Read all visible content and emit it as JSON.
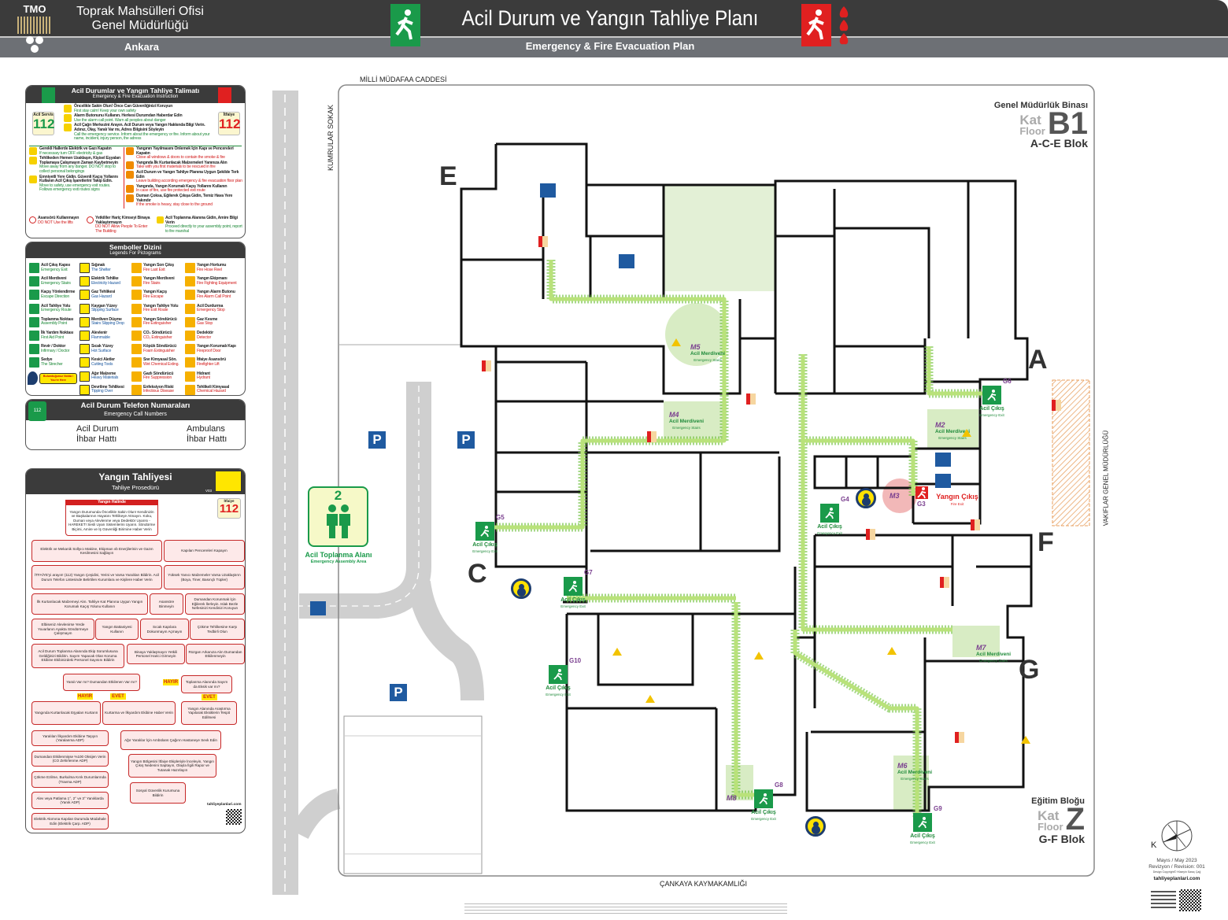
{
  "header": {
    "logo_text": "TMO",
    "org_line1": "Toprak Mahsülleri Ofisi",
    "org_line2": "Genel Müdürlüğü",
    "city": "Ankara",
    "title": "Acil Durum ve Yangın Tahliye Planı",
    "subtitle": "Emergency & Fire Evacuation Plan"
  },
  "instructions": {
    "title": "Acil Durumlar ve Yangın Tahliye Talimatı",
    "subtitle": "Emergency & Fire Evacuation Instruction",
    "left_112_label": "Acil Servis",
    "left_112_number": "112",
    "right_112_label": "İtfaiye",
    "right_112_number": "112",
    "top_items": [
      {
        "tr": "Öncelikle Sakin Olun! Önce Can Güvenliğinizi Koruyun",
        "en": "First stay calm! Keep your own safety"
      },
      {
        "tr": "Alarm Butonunu Kullanın. Herkesi Durumdan Haberdar Edin",
        "en": "Use the alarm call point. Warn all peoples about danger"
      },
      {
        "tr": "Acil Çağrı Merkezini Arayın. Acil Durum veya Yangın Hakkında Bilgi Verin. Adınız, Olay, Yaralı Var mı, Adres Bilgisini Söyleyin",
        "en": "Call the emergency service. Inform about the emergency or fire. Inform about your name, incident, injury person, the adress"
      }
    ],
    "left_items": [
      {
        "tr": "Gerekli Hallerde Elektrik ve Gazı Kapatın",
        "en": "If necessary turn OFF electricity & gas"
      },
      {
        "tr": "Tehlikeden Hemen Uzaklaşın, Kişisel Eşyaları Toplamaya Çalışmayın Zaman Kaybetmeyin",
        "en": "Move away from any danger. DO NOT stop to collect personal belongings"
      },
      {
        "tr": "Emniyetli Yere Gidin. Güvenli Kaçış Yollarını Kullanın Acil Çıkış İşaretlerini Takip Edin.",
        "en": "Move to safety, use emergency exit routes. Follows emergency exit routes signs"
      }
    ],
    "right_items": [
      {
        "tr": "Yangının Yayılmasını Önlemek İçin Kapı ve Pencereleri Kapatın",
        "en": "Close all windows & doors to contain the smoke & fire"
      },
      {
        "tr": "Yangında İlk Kurtarılacak Malzemeleri Yanınıza Alın",
        "en": "Take with you first materials to be rescued in fire"
      },
      {
        "tr": "Acil Durum ve Yangın Tahliye Planına Uygun Şekilde Terk Edin",
        "en": "Leave building according emergency & fire evacuation floor plan"
      },
      {
        "tr": "Yangında, Yangın Korumalı Kaçış Yollarını Kullanın",
        "en": "In case of fire, use fire protected exit route"
      },
      {
        "tr": "Duman Çoksa, Eğilerek Çıkışa Gidin, Temiz Hava Yere Yakındır",
        "en": "If the smoke is heavy, stay close to the ground"
      }
    ],
    "bottom_items": [
      {
        "tr": "Asansörü Kullanmayın",
        "en": "DO NOT Use the lifts"
      },
      {
        "tr": "Yetkililer Hariç Kimseyi Binaya Yaklaştırmayın",
        "en": "DO NOT Allow People To Enter The Building"
      },
      {
        "tr": "Acil Toplanma Alanına Gidin, Amire Bilgi Verin",
        "en": "Proceed directly to your assembly point, report to fire marshal"
      }
    ]
  },
  "legend": {
    "title": "Semboller Dizini",
    "subtitle": "Legends For Pictograms",
    "you_are_here": "Bulunduğunuz Nokta / You're Here",
    "columns": [
      [
        {
          "tr": "Acil Çıkış Kapısı",
          "en": "Emergency Exit"
        },
        {
          "tr": "Acil Merdiveni",
          "en": "Emergency Stairs"
        },
        {
          "tr": "Kaçış Yönlendirme",
          "en": "Escape Direction"
        },
        {
          "tr": "Acil Tahliye Yolu",
          "en": "Emergency Route"
        },
        {
          "tr": "Toplanma Noktası",
          "en": "Assembly Point"
        },
        {
          "tr": "İlk Yardım Noktası",
          "en": "First Aid Point"
        },
        {
          "tr": "Revir / Doktor",
          "en": "Infirmary / Doctor"
        },
        {
          "tr": "Sedye",
          "en": "The Strecher"
        }
      ],
      [
        {
          "tr": "Sığınak",
          "en": "The Shelter"
        },
        {
          "tr": "Elektrik Tehlike",
          "en": "Electricity Hazard"
        },
        {
          "tr": "Gaz Tehlikesi",
          "en": "Gas Hazard"
        },
        {
          "tr": "Kaygan Yüzey",
          "en": "Slipping Surface"
        },
        {
          "tr": "Merdiven Düşme",
          "en": "Stairs Slipping Drop"
        },
        {
          "tr": "Alevlenir",
          "en": "Flammable"
        },
        {
          "tr": "Sıcak Yüzey",
          "en": "Hot Surface"
        },
        {
          "tr": "Kesici Aletler",
          "en": "Cutting Tools"
        },
        {
          "tr": "Ağır Malzeme",
          "en": "Heavy Materials"
        },
        {
          "tr": "Devrilme Tehlikesi",
          "en": "Tipping Over"
        }
      ],
      [
        {
          "tr": "Yangın Son Çıkış",
          "en": "Fire Last Exit"
        },
        {
          "tr": "Yangın Merdiveni",
          "en": "Fire Stairs"
        },
        {
          "tr": "Yangın Kaçış",
          "en": "Fire Escape"
        },
        {
          "tr": "Yangın Tahliye Yolu",
          "en": "Fire Exit Route"
        },
        {
          "tr": "Yangın Söndürücü",
          "en": "Fire Extinguisher"
        },
        {
          "tr": "CO₂ Söndürücü",
          "en": "CO₂ Extinguisher"
        },
        {
          "tr": "Köpük Söndürücü",
          "en": "Foam Extinguisher"
        },
        {
          "tr": "Sıvı Kimyasal Sön.",
          "en": "Wet Chemical Exting."
        },
        {
          "tr": "Gazlı Söndürücü",
          "en": "Fire Suppression"
        },
        {
          "tr": "Enfeksiyon Riski",
          "en": "Infectious Disease"
        }
      ],
      [
        {
          "tr": "Yangın Hortumu",
          "en": "Fire Hose Reel"
        },
        {
          "tr": "Yangın Ekipmanı",
          "en": "Fire Fighting Equipment"
        },
        {
          "tr": "Yangın Alarm Butonu",
          "en": "Fire Alarm Call Point"
        },
        {
          "tr": "Acil Durdurma",
          "en": "Emergency Stop"
        },
        {
          "tr": "Gaz Kesme",
          "en": "Gas Stop"
        },
        {
          "tr": "Dedektör",
          "en": "Detector"
        },
        {
          "tr": "Yangın Korumalı Kapı",
          "en": "Fireproof Door"
        },
        {
          "tr": "İtfaiye Asansörü",
          "en": "Firefighter Lift"
        },
        {
          "tr": "Hidrant",
          "en": "Hydrant"
        },
        {
          "tr": "Tehlikeli Kimyasal",
          "en": "Chemical Hazard"
        }
      ]
    ]
  },
  "phones": {
    "title": "Acil Durum Telefon Numaraları",
    "subtitle": "Emergency Call Numbers",
    "badge": "112",
    "left": "Acil Durum İhbar Hattı",
    "right": "Ambulans İhbar Hattı"
  },
  "procedure": {
    "title": "Yangın Tahliyesi",
    "subtitle": "Tahliye Prosedürü",
    "version": "V03",
    "itfaiye_label": "İtfaiye",
    "itfaiye_number": "112",
    "first_header": "Yangın Halinde",
    "steps": [
      "Yangın Durumunda Öncelikle Sakin Olun! Kendinizin ve Başkalarının Hayatını Tehlikeye Atmayın. Koku, Duman veya Alevlenme veya Dedektör Uyarısı - HAREKET! Sesli Uyarı Sistemlerini Uyarın. Söndürme Biçimi, Amire ve İş Güvenliği Birimine Haber Verin",
      "Elektrik ve Mekanik Sollyıcı Makine, Ekipman vb Enerjilerinin ve Gazın Kesilmesini Sağlayın",
      "Kapıları Pencereleri Kapayın",
      "İTFAİYE'yi arayın! (112) Yangın Çeşidini, Yerini ve Varsa Yaralıları Bildirin. Acil Durum Telefon Listesinde Belirtilen Kurumlara ve Kişilere Haber Verin",
      "Yüksek Yanıcı Malzemeler Varsa Uzaklaştırın (Boya, Tiner, Basınçlı Tüpler)",
      "İlk Kurtarılacak Malzemeyi Alın. Tahliye Kat Planına Uygun Yangın Korumalı Kaçış Yolunu Kullanın",
      "Asansöre Binmeyin",
      "Dumandan Korunmak İçin Eğilerek İlerleyin. Islak Bezle Nefesinizi Kendinizi Koruyun",
      "Elbiseniz Alevlenirse Yerde Yuvarlanın Ayakta Söndürmeye Çalışmayın",
      "Yangın Battaniyesi Kullanın",
      "Sıcak Kapılara Dokunmayın Açmayın",
      "Çökme Tehlikesine Karşı Tedbirli Olun",
      "Acil Durum Toplanma Alanında Ekip Sorumlusuna Geldiğinizi Bildirin. Sayım Yapacak Olan Koruma Ekibine Ekibinizdeki Personel Sayısını Bildirin",
      "Binaya Yaklaşmayın Yetkili Personel Harici Girmeyin",
      "Rüzgarı Arkanıza Alın Dumandan Etkilenmeyin",
      "Yaralı Var mı? Dumandan Etkilenen Var mı?",
      "Toplanma Alanında Sayım da Eksik var mı?",
      "Yangında Kurtarılacak Eşyaları Kurtarın",
      "Kurtarma ve İlkyardım Ekibine Haber Verin",
      "Yangın Alanında Araştırma Yapılarak Eksiklerin Tespit Edilmesi",
      "Yaralıları İlkyardım Ekibine Taşıyın (Yaralanma ADP)",
      "Dumandan Etkilenmişse %100 Oksijen Verin (CO Zehirlenme ADP)",
      "Çökme Ezilme, Burkulma Kırık Durumlarında (Travma ADP)",
      "Alev veya Patlama 1°, 2° ve 3° Yanıklarda (Yanık ADP)",
      "Elektrik Akımına Kapılan Durumda Müdahale Edin (Elektrik Çarp. ADP)",
      "Ağır Yaralılar İçin Ambülans Çağırın Hastaneye Sevk Edin",
      "Yangın Bölgesini İtfaiye Ekipleriyle İnceleyin, Yangın Çıkış Nedenini Saptayın, Olayla İlgili Rapor ve Tutanak Hazırlayın",
      "Sosyal Güvenlik Kurumuna Bildirin"
    ],
    "yes": "EVET",
    "no": "HAYIR",
    "website": "tahliyeplanlari.com"
  },
  "map": {
    "streets": {
      "top": "MİLLİ MÜDAFAA CADDESİ",
      "left": "KUMRULAR SOKAK",
      "right": "VAKIFLAR GENEL MÜDÜRLÜĞÜ",
      "bottom": "ÇANKAYA KAYMAKAMLIĞI"
    },
    "blocks": [
      "E",
      "A",
      "F",
      "C",
      "G"
    ],
    "parking": "P",
    "assembly": {
      "number": "2",
      "title": "Acil Toplanma Alanı",
      "subtitle": "Emergency Assembly Area"
    },
    "exit_tr": "Acil Çıkış",
    "exit_en": "Emergency Exit",
    "fire_exit_tr": "Yangın Çıkış",
    "fire_exit_en": "Fire Exit",
    "stairs_tr": "Acil Merdiveni",
    "stairs_en": "Emergency Stairs",
    "exits": [
      "G3",
      "G4",
      "G5",
      "G6",
      "G7",
      "G8",
      "G9",
      "G10"
    ],
    "stairs": [
      "M2",
      "M3",
      "M4",
      "M5",
      "M6",
      "M7",
      "M8"
    ],
    "building_top": {
      "name": "Genel Müdürlük Binası",
      "kat": "Kat",
      "floor": "Floor",
      "level": "B1",
      "blocks": "A-C-E Blok"
    },
    "building_bottom": {
      "name": "Eğitim Bloğu",
      "kat": "Kat",
      "floor": "Floor",
      "level": "Z",
      "blocks": "G-F Blok"
    }
  },
  "footer": {
    "compass": "K",
    "date": "Mayıs / May 2023",
    "revision": "Revizyon / Revision: 001",
    "copyright": "Design Copyright© Hüseyin Saraç Çağ",
    "website": "tahliyeplanlari.com"
  },
  "colors": {
    "exit_green": "#1a9a4a",
    "fire_red": "#e02020",
    "route_green": "#a8d86e",
    "header_dark": "#3b3b3b",
    "header_gray": "#6d7075",
    "assembly_yellow": "#ffe100"
  }
}
